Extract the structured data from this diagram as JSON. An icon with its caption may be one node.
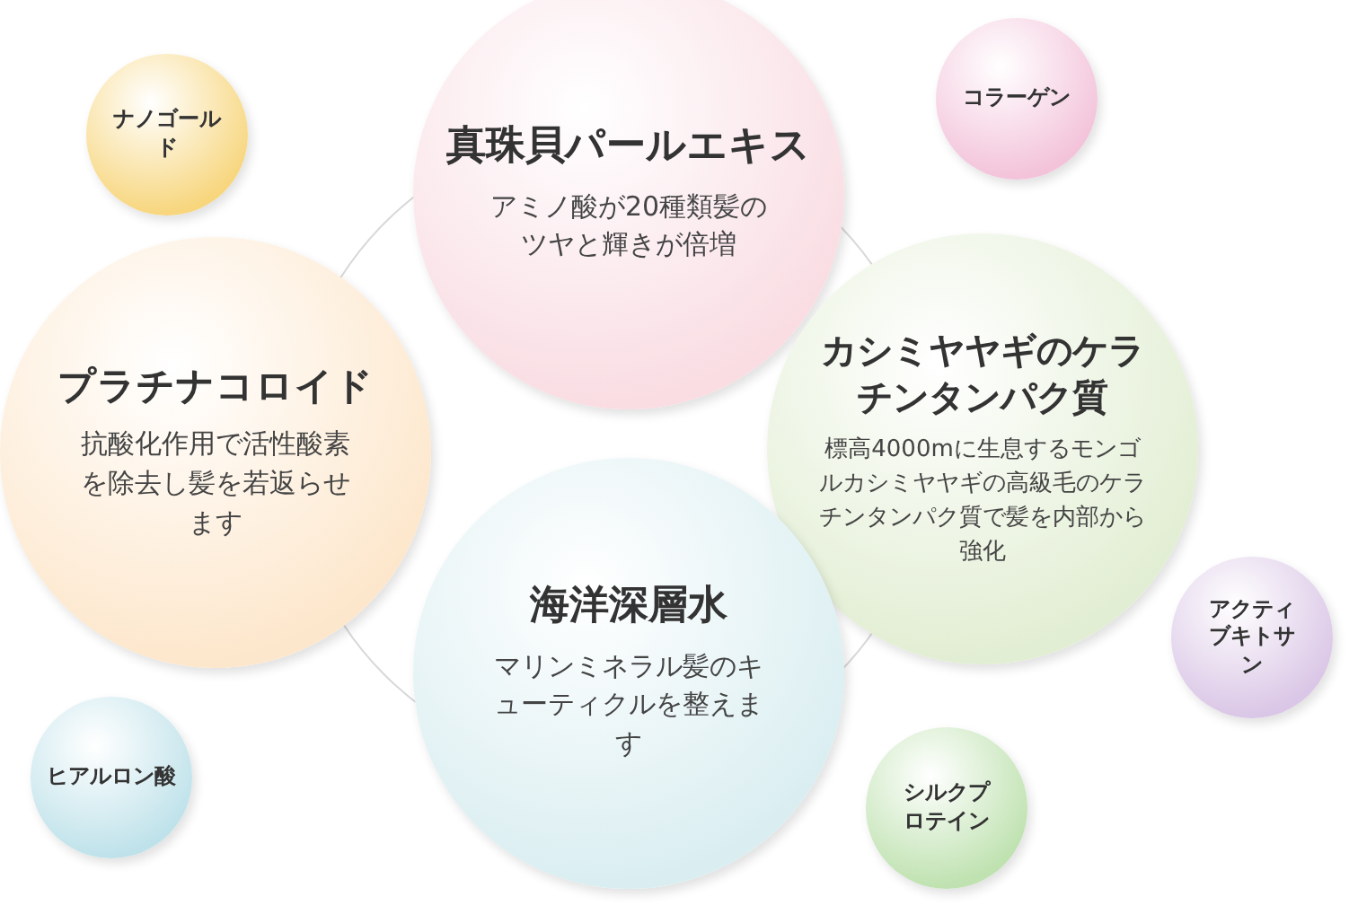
{
  "diagram": {
    "nodes": [
      {
        "text": [
          "ナノゴールド"
        ]
      },
      {
        "text": [
          "真珠貝パールエキス",
          "アミノ酸が20種類髪のツヤと輝きが倍増"
        ]
      },
      {
        "text": [
          "コラーゲン"
        ]
      },
      {
        "text": [
          "プラチナコロイド",
          "抗酸化作用で活性酸素を除去し髪を若返らせます"
        ]
      },
      {
        "text": [
          "カシミヤヤギのケラチンタンパク質",
          "標高4000mに生息するモンゴルカシミヤヤギの高級毛のケラチンタンパク質で髪を内部から強化"
        ]
      },
      {
        "text": [
          "アクティブキトサン"
        ]
      },
      {
        "text": [
          "海洋深層水",
          "マリンミネラル髪のキューティクルを整えます"
        ]
      },
      {
        "text": [
          "ヒアルロン酸"
        ]
      },
      {
        "text": [
          "シルクプロテイン"
        ]
      }
    ]
  }
}
